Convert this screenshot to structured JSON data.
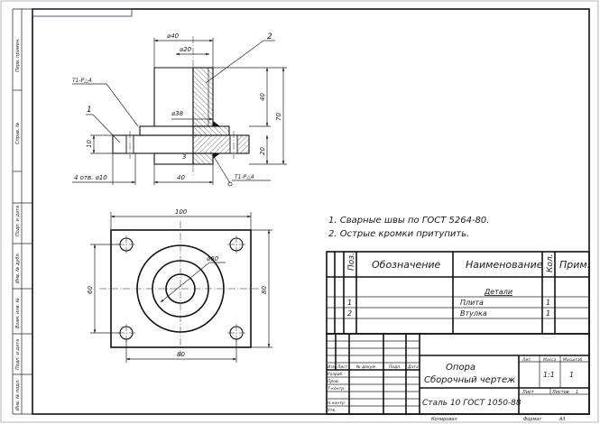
{
  "border_labels": {
    "left_1": "Перв. примен.",
    "left_2": "Справ. №",
    "left_3": "Подп. и дата",
    "left_4": "Инв. № дубл.",
    "left_5": "Взам. инв. №",
    "left_6": "Подп. и дата",
    "left_7": "Инв. № подл."
  },
  "top_view": {
    "dim_d40": "⌀40",
    "dim_d20": "⌀20",
    "dim_d38": "⌀38",
    "dim_40_vert": "40",
    "dim_70_vert": "70",
    "dim_20_vert": "20",
    "dim_10_vert": "10",
    "dim_40_bottom": "40",
    "dim_3": "3",
    "holes_note": "4 отв. ⌀10",
    "leader_1": "1",
    "leader_2": "2",
    "weld_1": "Т1-Р△4",
    "weld_2": "Т1-Р△4"
  },
  "plan_view": {
    "dim_100": "100",
    "dim_80_bottom": "80",
    "dim_60_left": "60",
    "dim_80_right": "80",
    "dim_d60": "⌀60"
  },
  "notes": [
    "1. Сварные швы по ГОСТ 5264-80.",
    "2. Острые кромки притупить."
  ],
  "spec_table": {
    "headers": [
      "Поз.",
      "Обозначение",
      "Наименование",
      "Кол.",
      "Прим."
    ],
    "section": "Детали",
    "rows": [
      {
        "pos": "1",
        "name": "Плита",
        "qty": "1"
      },
      {
        "pos": "2",
        "name": "Втулка",
        "qty": "1"
      }
    ]
  },
  "title_block": {
    "title_1": "Опора",
    "title_2": "Сборочный чертеж",
    "material": "Сталь 10 ГОСТ 1050-88",
    "col_izm": "Изм.",
    "col_list": "Лист",
    "col_doc": "№ докум.",
    "col_sign": "Подп.",
    "col_date": "Дата",
    "row_razrab": "Разраб.",
    "row_prov": "Пров.",
    "row_tkontr": "Т.контр.",
    "row_nkontr": "Н.контр.",
    "row_utv": "Утв.",
    "lit": "Лит.",
    "massa": "Масса",
    "masshtab": "Масштаб",
    "scale": "1:1",
    "list_label": "Лист",
    "listov_label": "Листов",
    "listov_value": "1",
    "kopiroval": "Копировал",
    "format": "Формат",
    "format_value": "A3"
  },
  "colors": {
    "frame": "#1b1b1b",
    "inner_frame": "#2a2a8a"
  }
}
